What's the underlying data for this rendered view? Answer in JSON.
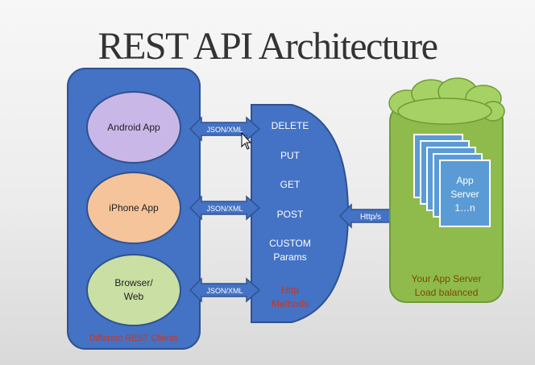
{
  "title": "REST API Architecture",
  "clients": {
    "items": [
      {
        "label": "Android App",
        "fill": "#c9b7e8"
      },
      {
        "label": "iPhone App",
        "fill": "#f5c49a"
      },
      {
        "label_lines": [
          "Browser/",
          "Web"
        ],
        "fill": "#c9dfa4"
      }
    ],
    "caption": "Different REST Clients"
  },
  "connectors": [
    "JSON/XML",
    "JSON/XML",
    "JSON/XML"
  ],
  "methods": {
    "items": [
      "DELETE",
      "PUT",
      "GET",
      "POST"
    ],
    "custom_lines": [
      "CUSTOM",
      "Params"
    ],
    "footer_lines": [
      "Http",
      "Methods"
    ]
  },
  "http_link": "Http/s",
  "server": {
    "card_lines": [
      "App",
      "Server",
      "1…n"
    ],
    "caption_lines": [
      "Your App Server",
      "Load balanced"
    ]
  },
  "colors": {
    "blue": "#4472c4",
    "blue_dark": "#2f528f",
    "green": "#8fbb4c",
    "cloud": "#a6d265",
    "card": "#5b9bd5",
    "red_text": "#c0392b",
    "server_text": "#7a4a00"
  }
}
